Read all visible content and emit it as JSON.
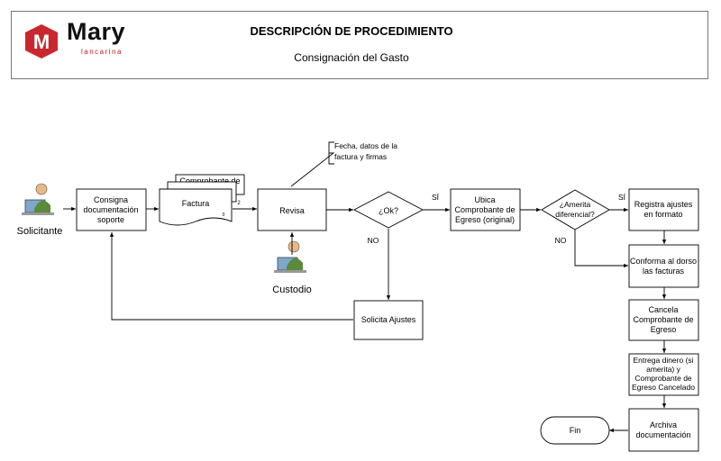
{
  "header": {
    "title": "DESCRIPCIÓN DE PROCEDIMIENTO",
    "subtitle": "Consignación del Gasto",
    "logo_letter": "M",
    "logo_name": "Mary",
    "logo_tagline": "lancarina",
    "logo_color": "#c8282d"
  },
  "actors": {
    "solicitante": "Solicitante",
    "custodio": "Custodio"
  },
  "nodes": {
    "consigna": [
      "Consigna",
      "documentación",
      "soporte"
    ],
    "doc_front": "Comprobante de",
    "doc_main": "Factura",
    "doc_num0": "0",
    "doc_num2": "2",
    "revisa": "Revisa",
    "annotation": [
      "Fecha, datos de la",
      "factura y firmas"
    ],
    "ok": "¿Ok?",
    "ubica": [
      "Ubica",
      "Comprobante de",
      "Egreso (original)"
    ],
    "amerita": [
      "¿Amerita",
      "diferencial?"
    ],
    "registra": [
      "Registra ajustes",
      "en formato"
    ],
    "conforma": [
      "Conforma al dorso",
      "las facturas"
    ],
    "cancela": [
      "Cancela",
      "Comprobante de",
      "Egreso"
    ],
    "entrega": [
      "Entrega dinero (si",
      "amerita) y",
      "Comprobante de",
      "Egreso Cancelado"
    ],
    "archiva": [
      "Archiva",
      "documentación"
    ],
    "fin": "Fin",
    "solicita": "Solicita Ajustes"
  },
  "labels": {
    "si1": "SÍ",
    "no1": "NO",
    "si2": "SÍ",
    "no2": "NO"
  }
}
